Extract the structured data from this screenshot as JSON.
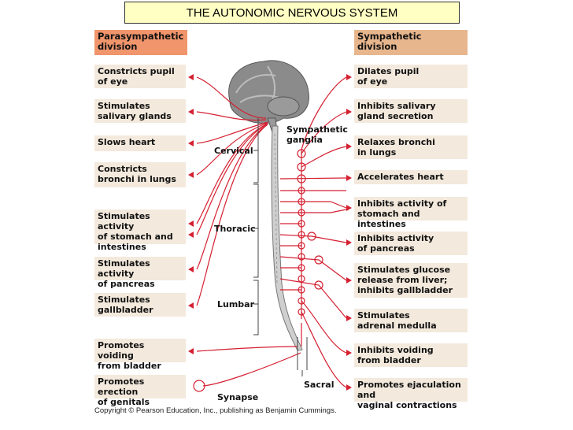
{
  "title": "THE AUTONOMIC NERVOUS SYSTEM",
  "headers": {
    "parasympathetic": "Parasympathetic\ndivision",
    "sympathetic": "Sympathetic\ndivision"
  },
  "parasympathetic_effects": [
    "Constricts pupil\nof eye",
    "Stimulates\nsalivary glands",
    "Slows heart",
    "Constricts\nbronchi in lungs",
    "Stimulates activity\nof stomach and\nintestines",
    "Stimulates activity\nof pancreas",
    "Stimulates\ngallbladder",
    "Promotes voiding\nfrom bladder",
    "Promotes erection\nof genitals"
  ],
  "sympathetic_effects": [
    "Dilates pupil\nof eye",
    "Inhibits salivary\ngland secretion",
    "Relaxes bronchi\nin lungs",
    "Accelerates heart",
    "Inhibits activity of\nstomach and intestines",
    "Inhibits activity\nof pancreas",
    "Stimulates glucose\nrelease from liver;\ninhibits gallbladder",
    "Stimulates\nadrenal medulla",
    "Inhibits voiding\nfrom bladder",
    "Promotes ejaculation and\nvaginal contractions"
  ],
  "regions": {
    "sympathetic_ganglia": "Sympathetic\nganglia",
    "cervical": "Cervical",
    "thoracic": "Thoracic",
    "lumbar": "Lumbar",
    "sacral": "Sacral",
    "synapse": "Synapse"
  },
  "copyright": "Copyright © Pearson Education, Inc., publishing as Benjamin Cummings.",
  "colors": {
    "nerve": "#d42031",
    "box_fill": "#f3e9dc",
    "para_header": "#f0956c",
    "symp_header": "#e8b68d",
    "title_fill": "#ffffc4"
  }
}
